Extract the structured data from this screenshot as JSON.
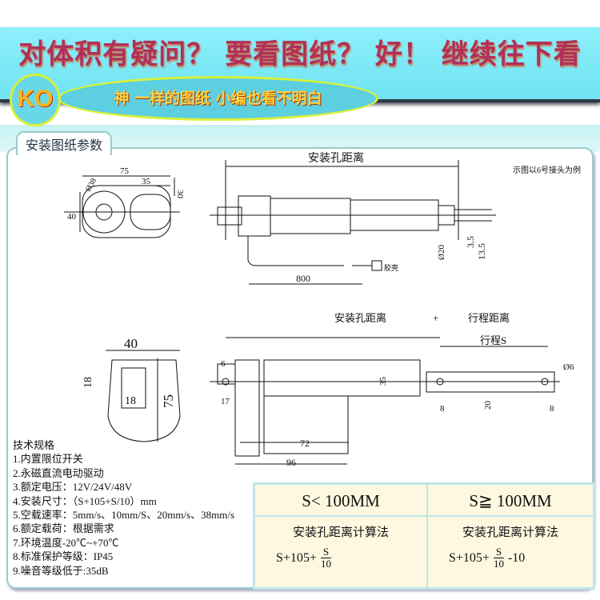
{
  "banner": {
    "headline": "对体积有疑问？ 要看图纸？  好！ 继续往下看",
    "badge": "KO",
    "subtitle": "神 一样的图纸  小编也看不明白"
  },
  "section_tab": "安装图纸参数",
  "top_drawing": {
    "end_view": {
      "width": "75",
      "inner": "35",
      "height": "30",
      "side": "40",
      "dia": "Ø38"
    },
    "side_view": {
      "mount_distance": "安装孔距离",
      "note": "示图以6号接头为例",
      "cable": "800",
      "connector": "胶壳",
      "dia": "Ø20",
      "d1": "3.5",
      "d2": "13.5"
    }
  },
  "bottom_drawing": {
    "end_view": {
      "width": "40",
      "height": "75",
      "d1": "18",
      "d2": "18"
    },
    "side_view": {
      "label_mount": "安装孔距离",
      "plus": "+",
      "label_stroke": "行程距离",
      "stroke": "行程S",
      "d6": "6",
      "d17": "17",
      "d35": "35",
      "d72": "72",
      "d96": "96",
      "d8a": "8",
      "d20": "20",
      "d8b": "8",
      "dia": "Ø6"
    }
  },
  "specs": {
    "title": "技术规格",
    "items": [
      "1.内置限位开关",
      "2.永磁直流电动驱动",
      "3.额定电压：12V/24V/48V",
      "4.安装尺寸：（S+105+S/10）mm",
      "5.空载速率：5mm/s、10mm/S、20mm/s、38mm/s",
      "6.额定载荷：根据需求",
      "7.环境温度-20℃~+70℃",
      "8.标准保护等级：IP45",
      "9.噪音等级低于:35dB"
    ]
  },
  "table": {
    "col1": {
      "header": "S< 100MM",
      "label": "安装孔距离计算法",
      "formula_prefix": "S+105+",
      "num": "S",
      "den": "10",
      "suffix": ""
    },
    "col2": {
      "header": "S≧ 100MM",
      "label": "安装孔距离计算法",
      "formula_prefix": "S+105+",
      "num": "S",
      "den": "10",
      "suffix": "-10"
    }
  },
  "colors": {
    "banner": "#7ee8f5",
    "headline": "#b0305a",
    "badge_ring": "#d8f03a",
    "table_bg": "#fdf8df"
  }
}
